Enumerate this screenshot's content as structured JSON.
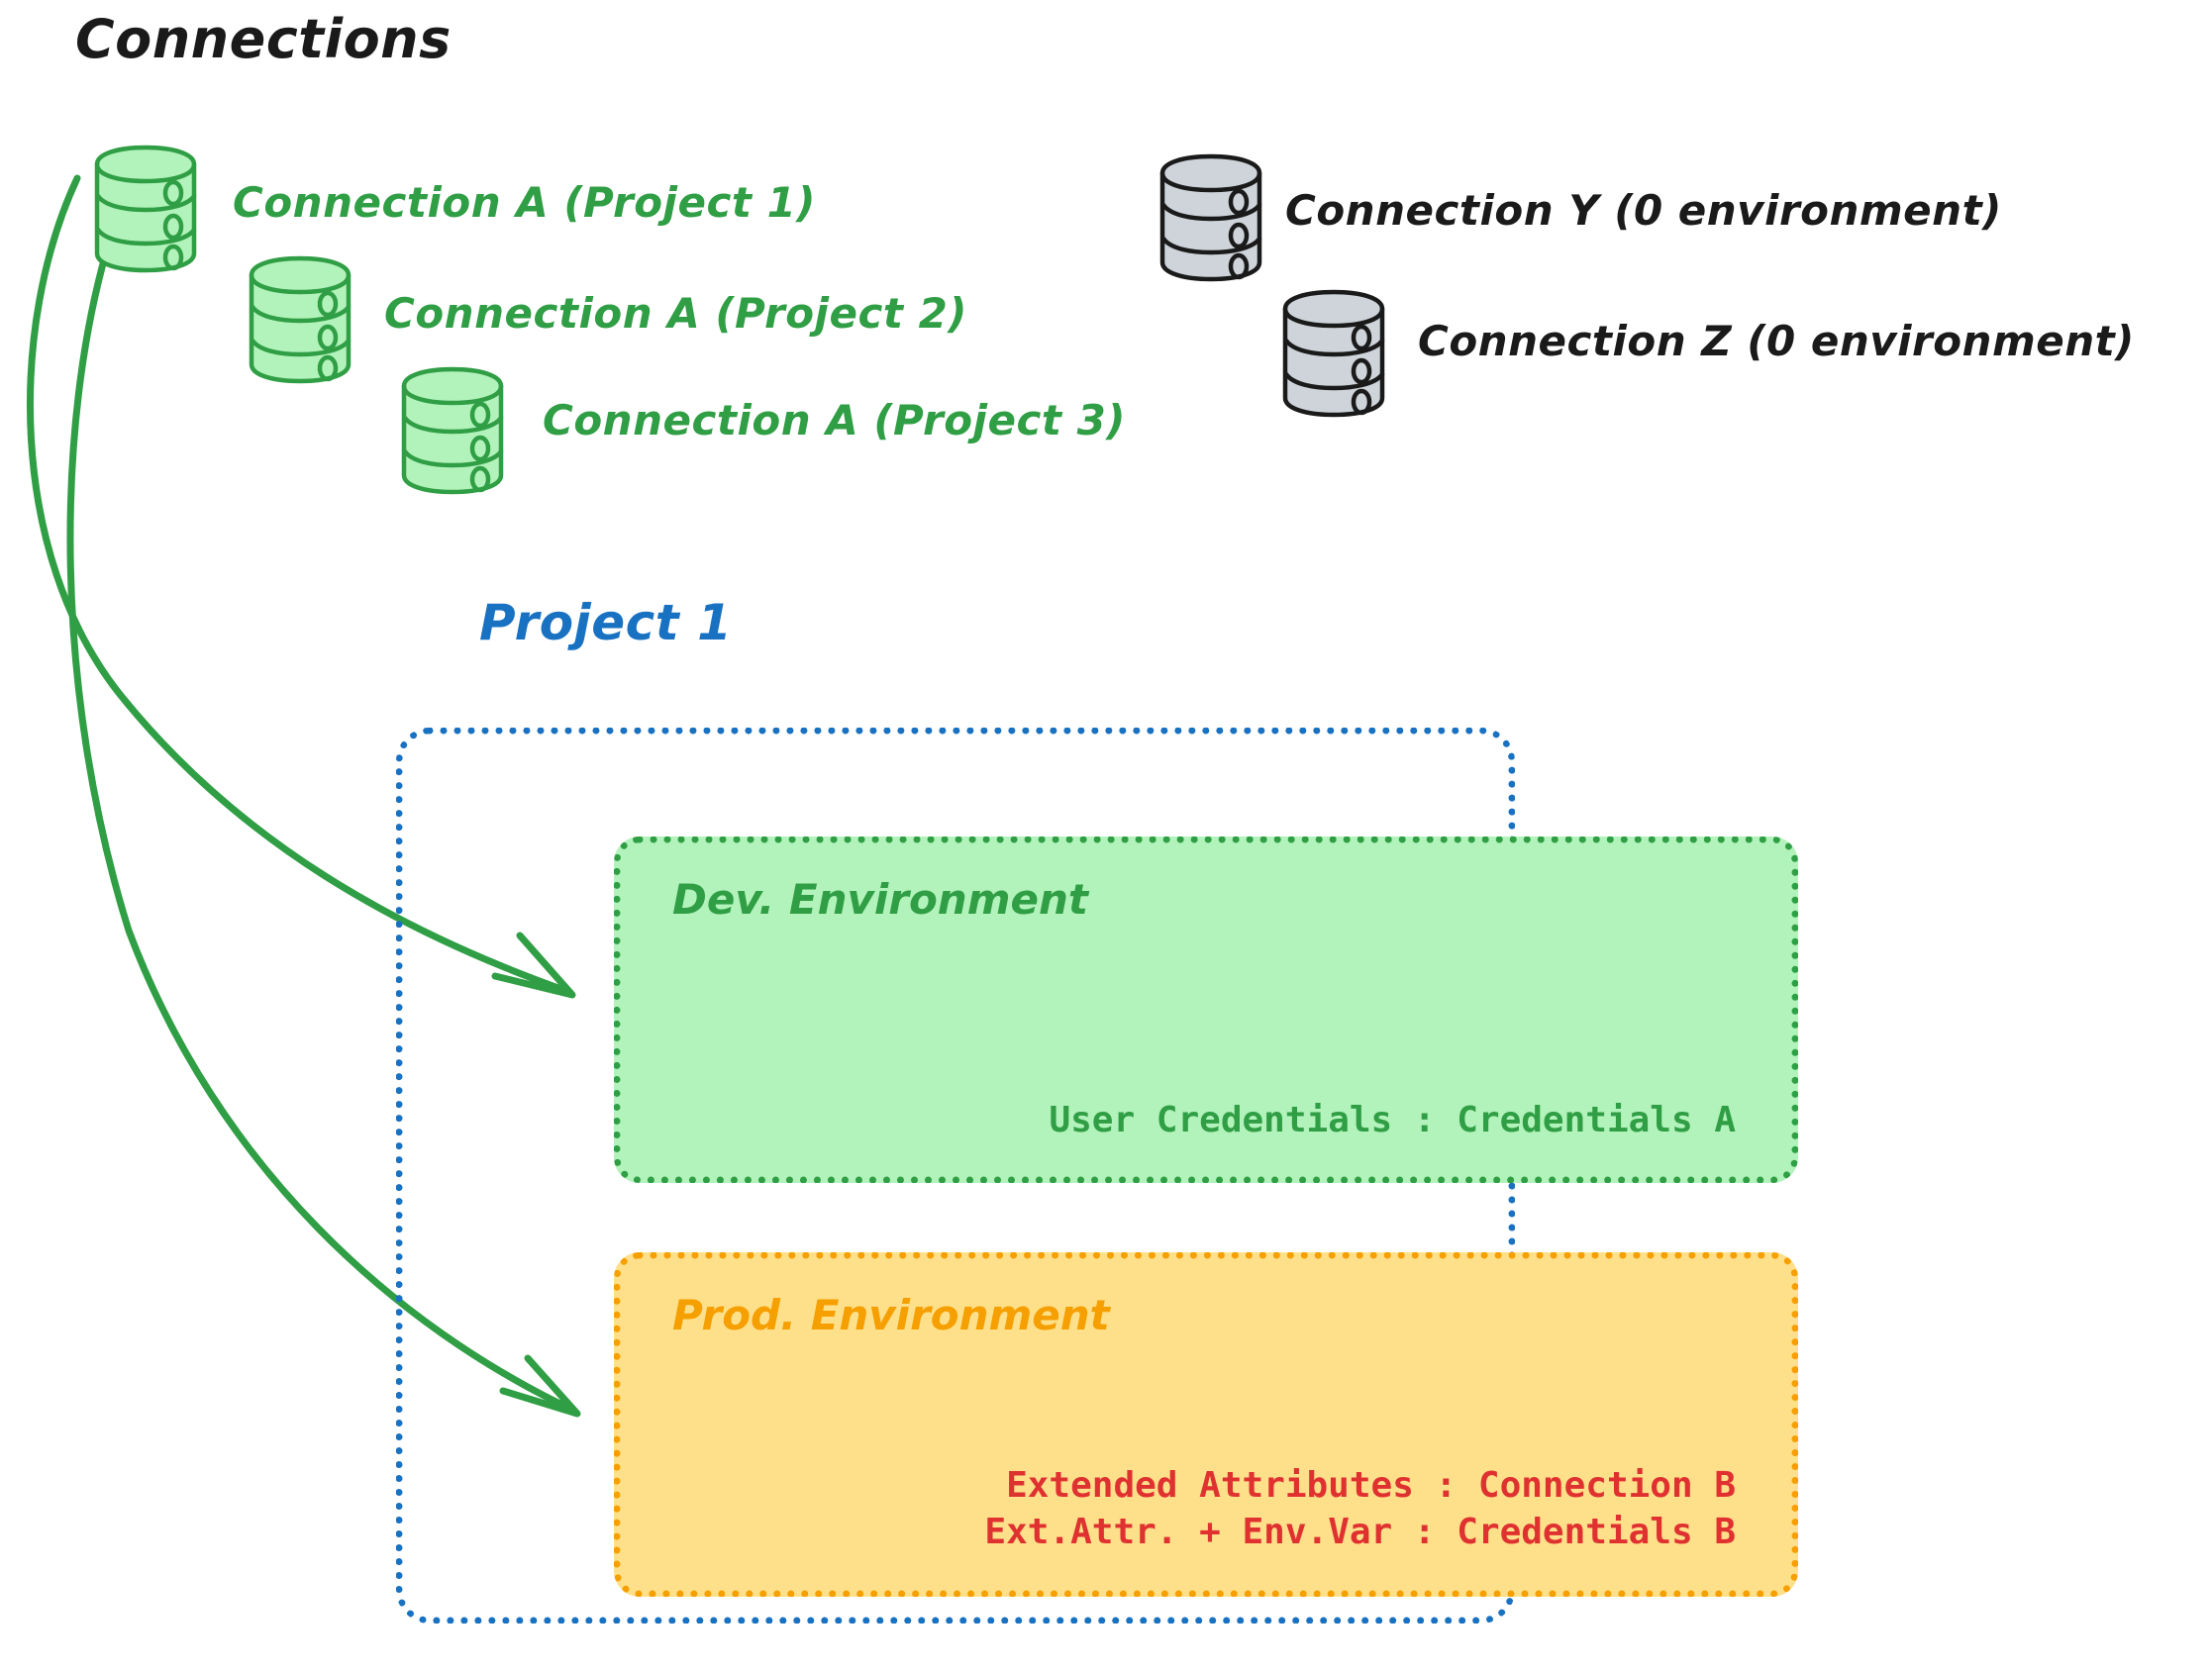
{
  "title": "Connections",
  "colors": {
    "green_stroke": "#2f9e44",
    "green_fill": "#b2f2bb",
    "gray_stroke": "#1a1a1a",
    "gray_fill": "#ced4da",
    "blue": "#1971c2",
    "orange": "#f59f00",
    "orange_fill": "#ffe08a",
    "red": "#e03131",
    "black": "#1a1a1a"
  },
  "connections": [
    {
      "label": "Connection A (Project 1)",
      "color": "green",
      "icon": "database-icon"
    },
    {
      "label": "Connection A (Project 2)",
      "color": "green",
      "icon": "database-icon"
    },
    {
      "label": "Connection A (Project 3)",
      "color": "green",
      "icon": "database-icon"
    },
    {
      "label": "Connection Y (0 environment)",
      "color": "black",
      "icon": "database-icon"
    },
    {
      "label": "Connection Z (0 environment)",
      "color": "black",
      "icon": "database-icon"
    }
  ],
  "project": {
    "title": "Project 1",
    "environments": [
      {
        "name": "Dev. Environment",
        "color": "green",
        "lines": [
          "User Credentials : Credentials A"
        ]
      },
      {
        "name": "Prod. Environment",
        "color": "orange",
        "lines": [
          "Extended Attributes : Connection B",
          "Ext.Attr. + Env.Var : Credentials B"
        ]
      }
    ]
  },
  "arrows": [
    {
      "name": "arrow-connection-a-to-dev",
      "from": "Connection A (Project 1)",
      "to": "Dev. Environment"
    },
    {
      "name": "arrow-connection-a-to-prod",
      "from": "Connection A (Project 1)",
      "to": "Prod. Environment"
    }
  ]
}
